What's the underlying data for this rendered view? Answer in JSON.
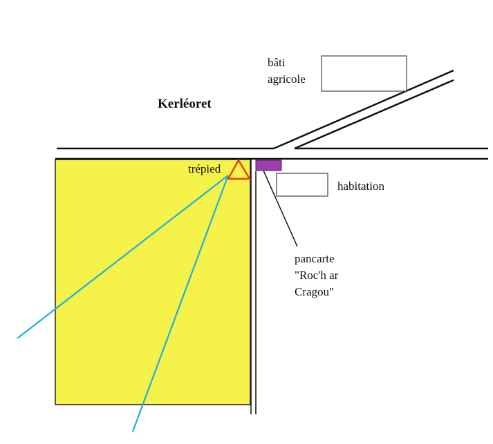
{
  "labels": {
    "place_name": "Kerléoret",
    "farm_building_line1": "bâti",
    "farm_building_line2": "agricole",
    "tripod": "trépied",
    "house": "habitation",
    "sign_line1": "pancarte",
    "sign_line2": "\"Roc'h ar",
    "sign_line3": "Cragou\""
  },
  "colors": {
    "field": "#f5f24a",
    "road": "#111111",
    "tripod": "#e8450f",
    "sight_line": "#1fb0d8",
    "sign": "#9b3fb0"
  }
}
